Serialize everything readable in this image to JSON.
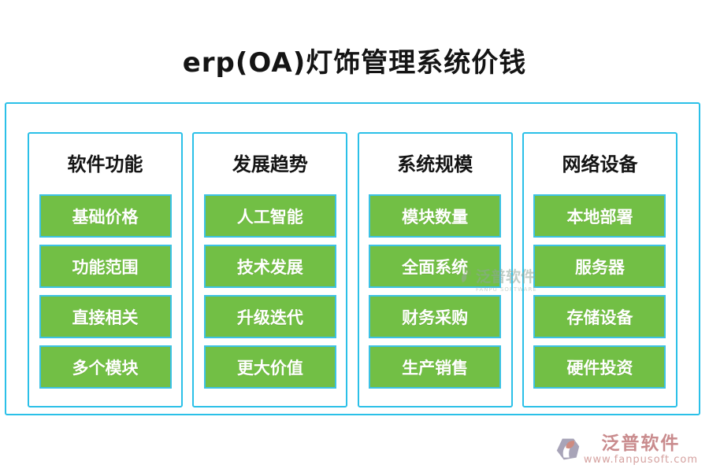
{
  "page_title": "erp(OA)灯饰管理系统价钱",
  "colors": {
    "accent_cyan": "#2bc0e8",
    "button_green": "#72bf45",
    "title_black": "#141414",
    "logo_rose": "#c98b8d",
    "logo_url_rose": "#d5a19f"
  },
  "columns": [
    {
      "header": "软件功能",
      "items": [
        "基础价格",
        "功能范围",
        "直接相关",
        "多个模块"
      ]
    },
    {
      "header": "发展趋势",
      "items": [
        "人工智能",
        "技术发展",
        "升级迭代",
        "更大价值"
      ]
    },
    {
      "header": "系统规模",
      "items": [
        "模块数量",
        "全面系统",
        "财务采购",
        "生产销售"
      ]
    },
    {
      "header": "网络设备",
      "items": [
        "本地部署",
        "服务器",
        "存储设备",
        "硬件投资"
      ]
    }
  ],
  "center_watermark": {
    "brand": "泛普软件",
    "sub": "FANPU SOFTWARE"
  },
  "footer_logo": {
    "brand": "泛普软件",
    "url": "www.fanpusoft.com"
  }
}
